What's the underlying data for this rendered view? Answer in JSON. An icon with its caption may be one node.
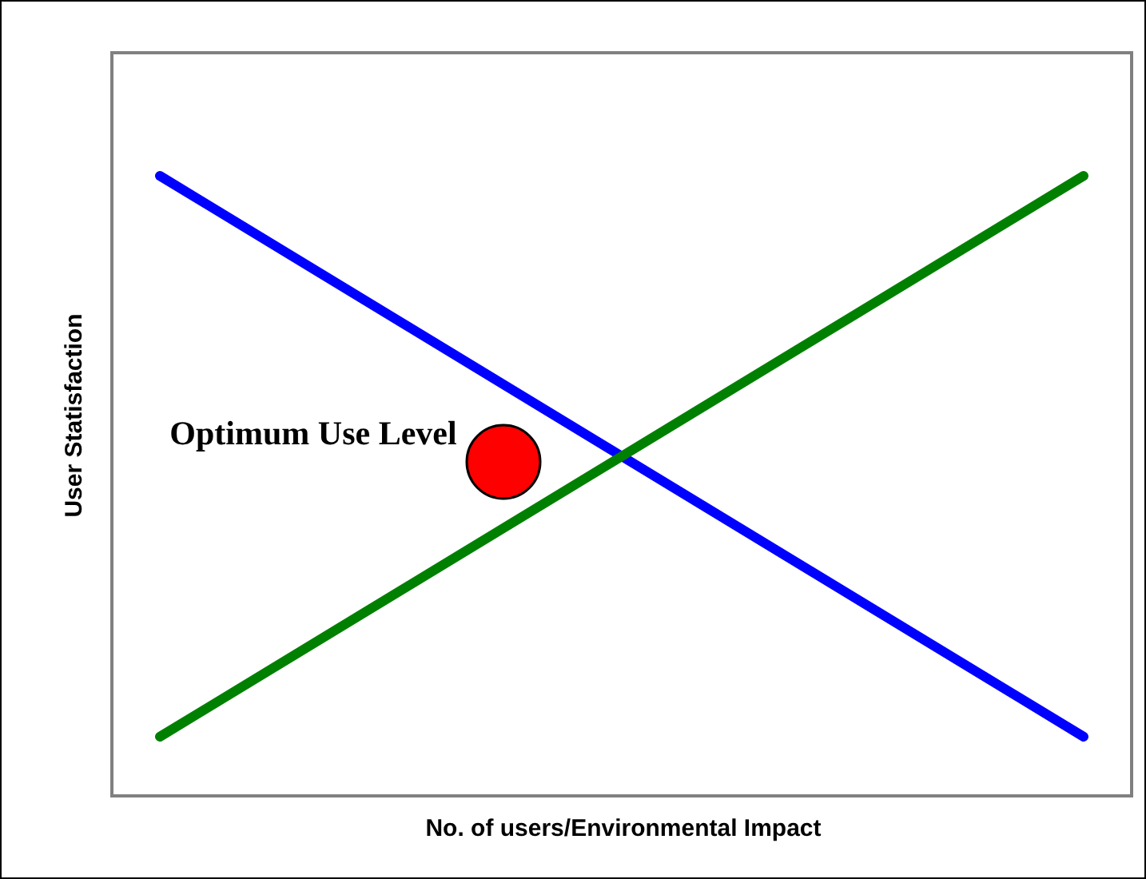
{
  "diagram": {
    "labels": [
      "Optimum Use Level",
      "User Statisfaction",
      "No. of users/Environmental Impact"
    ]
  }
}
